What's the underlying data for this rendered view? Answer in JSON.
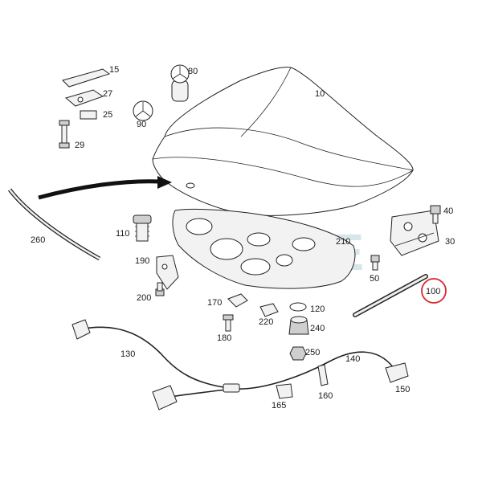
{
  "watermark": "SOE",
  "highlight_color": "#d9262a",
  "watermark_color": "#b7d3dc",
  "callouts": [
    {
      "id": "p15",
      "text": "15"
    },
    {
      "id": "p27",
      "text": "27"
    },
    {
      "id": "p25",
      "text": "25"
    },
    {
      "id": "p29",
      "text": "29"
    },
    {
      "id": "p80",
      "text": "80"
    },
    {
      "id": "p90",
      "text": "90"
    },
    {
      "id": "p10",
      "text": "10"
    },
    {
      "id": "p260",
      "text": "260"
    },
    {
      "id": "p110",
      "text": "110"
    },
    {
      "id": "p190",
      "text": "190"
    },
    {
      "id": "p200",
      "text": "200"
    },
    {
      "id": "p210",
      "text": "210"
    },
    {
      "id": "p40",
      "text": "40"
    },
    {
      "id": "p30",
      "text": "30"
    },
    {
      "id": "p50",
      "text": "50"
    },
    {
      "id": "p100",
      "text": "100"
    },
    {
      "id": "p170",
      "text": "170"
    },
    {
      "id": "p220",
      "text": "220"
    },
    {
      "id": "p120",
      "text": "120"
    },
    {
      "id": "p240",
      "text": "240"
    },
    {
      "id": "p180",
      "text": "180"
    },
    {
      "id": "p250",
      "text": "250"
    },
    {
      "id": "p130",
      "text": "130"
    },
    {
      "id": "p140",
      "text": "140"
    },
    {
      "id": "p150",
      "text": "150"
    },
    {
      "id": "p160",
      "text": "160"
    },
    {
      "id": "p165",
      "text": "165"
    }
  ]
}
